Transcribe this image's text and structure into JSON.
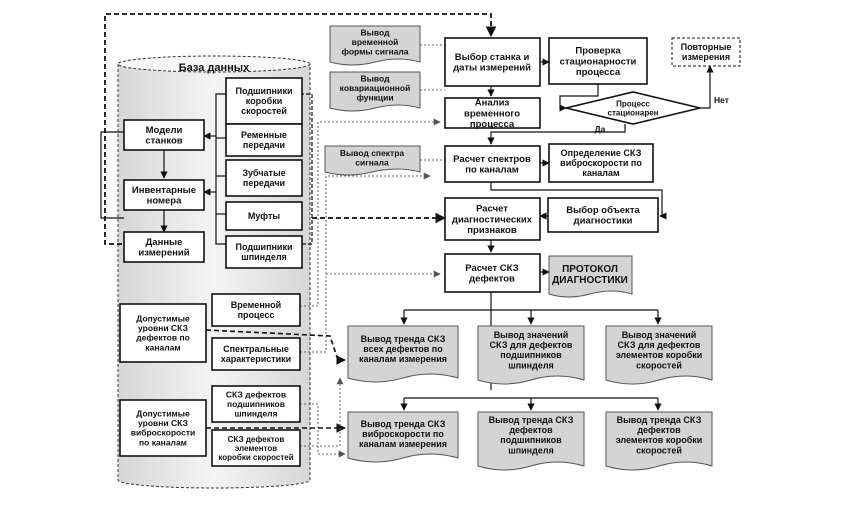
{
  "database": {
    "title": "База данных",
    "models": "Модели\nстанков",
    "inventory": "Инвентарные\nномера",
    "measurements": "Данные\nизмерений",
    "gearbox_bearings": "Подшипники\nкоробки\nскоростей",
    "belt_drives": "Ременные\nпередачи",
    "gear_drives": "Зубчатые\nпередачи",
    "couplings": "Муфты",
    "spindle_bearings": "Подшипники\nшпинделя",
    "defect_levels": "Допустимые\nуровни СКЗ\nдефектов по\nканалам",
    "time_process": "Временной\nпроцесс",
    "spectral": "Спектральные\nхарактеристики",
    "vibro_levels": "Допустимые\nуровни СКЗ\nвиброскорости\nпо каналам",
    "skz_spindle": "СКЗ дефектов\nподшипников\nшпинделя",
    "skz_gearbox": "СКЗ дефектов\nэлементов\nкоробки скоростей"
  },
  "flow": {
    "select_machine": "Выбор станка и\nдаты измерений",
    "stationarity_check": "Проверка\nстационарности\nпроцесса",
    "repeat": "Повторные\nизмерения",
    "analysis": "Анализ\nвременного\nпроцесса",
    "decision": "Процесс\nстационарен",
    "yes": "Да",
    "no": "Нет",
    "spectra": "Расчет спектров\nпо каналам",
    "vibro_rms": "Определение СКЗ\nвиброскорости по\nканалам",
    "diag_features": "Расчет\nдиагностических\nпризнаков",
    "select_object": "Выбор объекта\nдиагностики",
    "calc_skz": "Расчет СКЗ\nдефектов"
  },
  "outputs": {
    "time_form": "Вывод\nвременной\nформы сигнала",
    "covariance": "Вывод\nковариационной\nфункции",
    "spectrum": "Вывод спектра\nсигнала",
    "protocol": "ПРОТОКОЛ\nДИАГНОСТИКИ",
    "trend_all": "Вывод тренда СКЗ\nвсех дефектов по\nканалам измерения",
    "values_spindle": "Вывод значений\nСКЗ для дефектов\nподшипников\nшпинделя",
    "values_gearbox": "Вывод значений\nСКЗ для дефектов\nэлементов коробки\nскоростей",
    "trend_vibro": "Вывод тренда СКЗ\nвиброскорости по\nканалам измерения",
    "trend_spindle": "Вывод тренда СКЗ\nдефектов\nподшипников\nшпинделя",
    "trend_gearbox": "Вывод тренда СКЗ\nдефектов\nэлементов коробки\nскоростей"
  },
  "colors": {
    "box_border": "#111111",
    "doc_fill": "#d4d4d4",
    "cylinder_fill": "#e9e9e9"
  }
}
